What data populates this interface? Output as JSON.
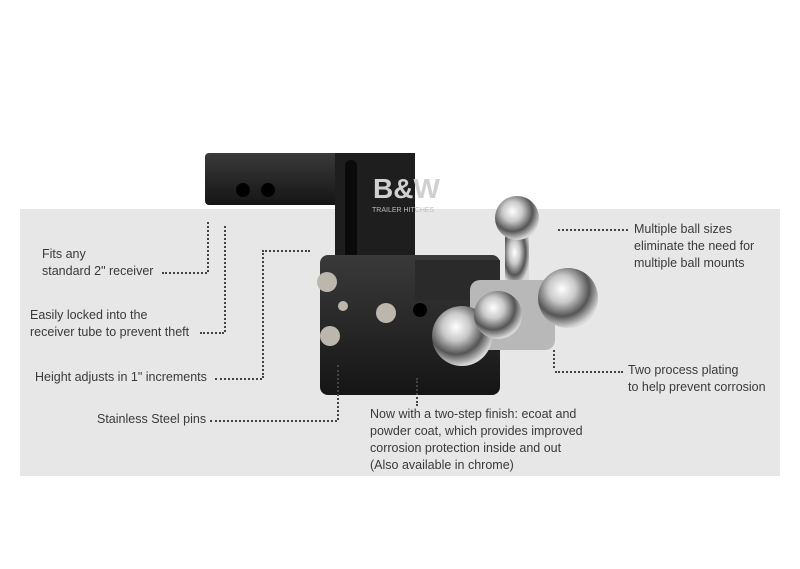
{
  "product": {
    "brand_logo": "B&W",
    "brand_sub": "TRAILER HITCHES"
  },
  "callouts": {
    "fits": [
      "Fits any",
      "standard 2\" receiver"
    ],
    "locked": [
      "Easily locked into the",
      "receiver tube to prevent theft"
    ],
    "height": [
      "Height adjusts in 1\" increments"
    ],
    "pins": [
      "Stainless Steel pins"
    ],
    "finish": [
      "Now with a two-step finish: ecoat and",
      "powder coat, which provides improved",
      "corrosion protection inside and out",
      "(Also available in chrome)"
    ],
    "balls": [
      "Multiple ball sizes",
      "eliminate the need for",
      "multiple ball mounts"
    ],
    "plating": [
      "Two process plating",
      "to help prevent corrosion"
    ]
  },
  "colors": {
    "panel": "#e7e7e7",
    "hitch": "#1c1c1c",
    "text": "#3a3a3a"
  }
}
